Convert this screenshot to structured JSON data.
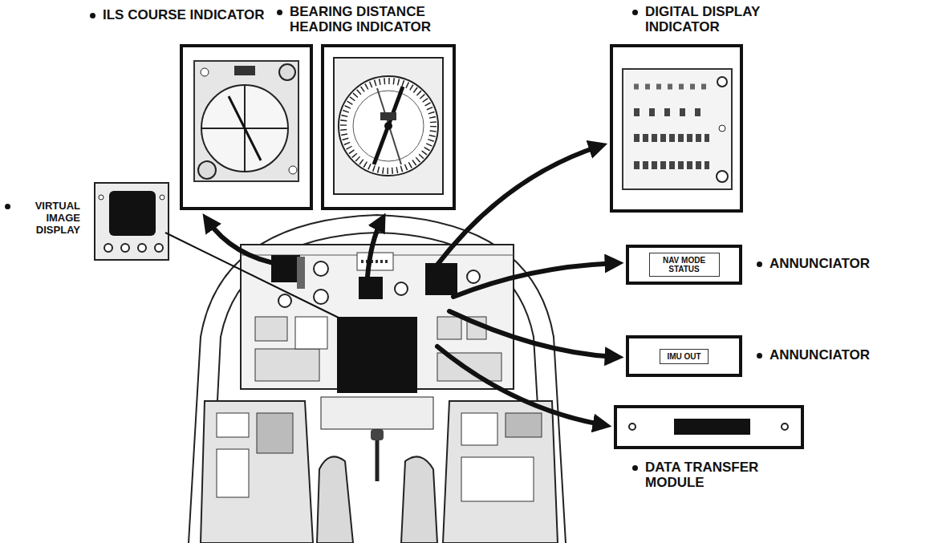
{
  "diagram": {
    "nodes": [
      {
        "text": [
          "ILS COURSE INDICATOR"
        ]
      },
      {
        "text": [
          "BEARING DISTANCE HEADING INDICATOR"
        ]
      },
      {
        "text": [
          "DIGITAL DISPLAY INDICATOR"
        ]
      },
      {
        "text": [
          "NAV MODE STATUS",
          "ANNUNCIATOR"
        ]
      },
      {
        "text": [
          "IMU OUT",
          "ANNUNCIATOR"
        ]
      },
      {
        "text": [
          "DATA TRANSFER MODULE"
        ]
      }
    ],
    "labels": [
      "VIRTUAL IMAGE DISPLAY"
    ]
  }
}
